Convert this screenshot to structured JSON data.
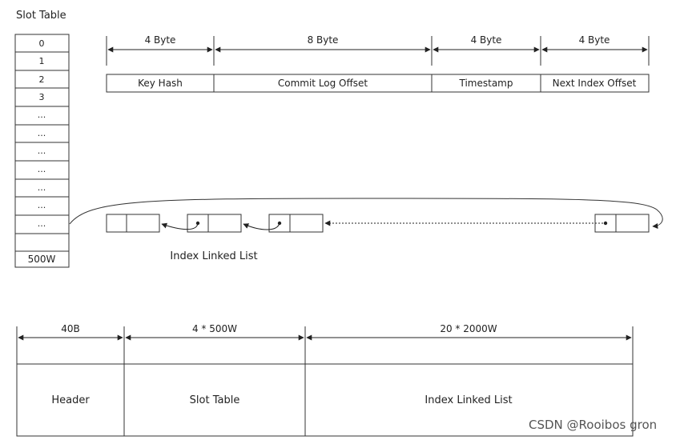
{
  "slot_table": {
    "title": "Slot Table",
    "cells": [
      "0",
      "1",
      "2",
      "3",
      "...",
      "...",
      "...",
      "...",
      "...",
      "...",
      "...",
      "500W"
    ]
  },
  "index_entry": {
    "sizes": [
      "4 Byte",
      "8 Byte",
      "4 Byte",
      "4 Byte"
    ],
    "fields": [
      "Key Hash",
      "Commit Log Offset",
      "Timestamp",
      "Next Index Offset"
    ]
  },
  "linked_list": {
    "label": "Index Linked List"
  },
  "file_layout": {
    "sizes": [
      "40B",
      "4 * 500W",
      "20 * 2000W"
    ],
    "sections": [
      "Header",
      "Slot Table",
      "Index Linked List"
    ]
  },
  "watermark": "CSDN @Rooibos gron"
}
